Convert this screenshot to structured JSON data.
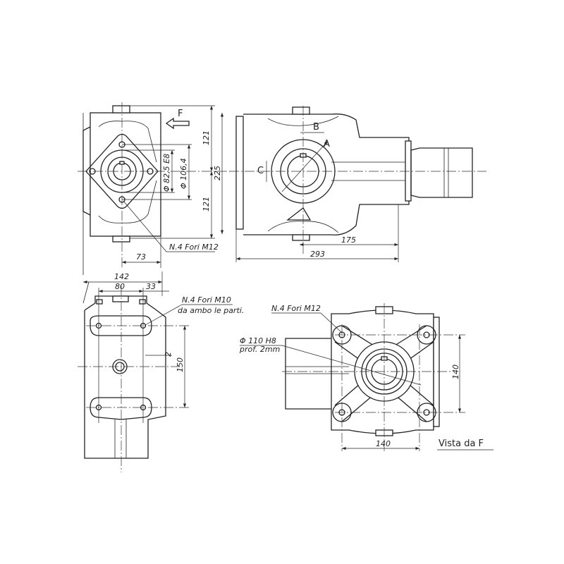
{
  "view_top_left": {
    "direction_label": "F",
    "dim_upper": "121",
    "dim_lower": "121",
    "dim_total": "225",
    "dim_pilot": "Φ 82,5  E8",
    "dim_bolt_circle": "Φ 106,4",
    "dim_offset": "73",
    "holes_note": "N.4 Fori M12"
  },
  "view_top_right": {
    "label_a": "A",
    "label_b": "B",
    "label_c": "C",
    "dim_shaft": "175",
    "dim_overall": "293"
  },
  "view_bottom_left": {
    "dim_width": "142",
    "dim_holes": "80",
    "dim_edge": "33",
    "dim_height": "150",
    "dim_gap": "2",
    "holes_note": "N.4 Fori M10",
    "holes_note_2": "da ambo le parti."
  },
  "view_bottom_right": {
    "holes_note": "N.4 Fori M12",
    "spigot_note": "Φ 110 H8",
    "spigot_depth": "prof.  2mm",
    "dim_vertical": "140",
    "dim_horizontal": "140",
    "view_caption": "Vista  da  F"
  }
}
